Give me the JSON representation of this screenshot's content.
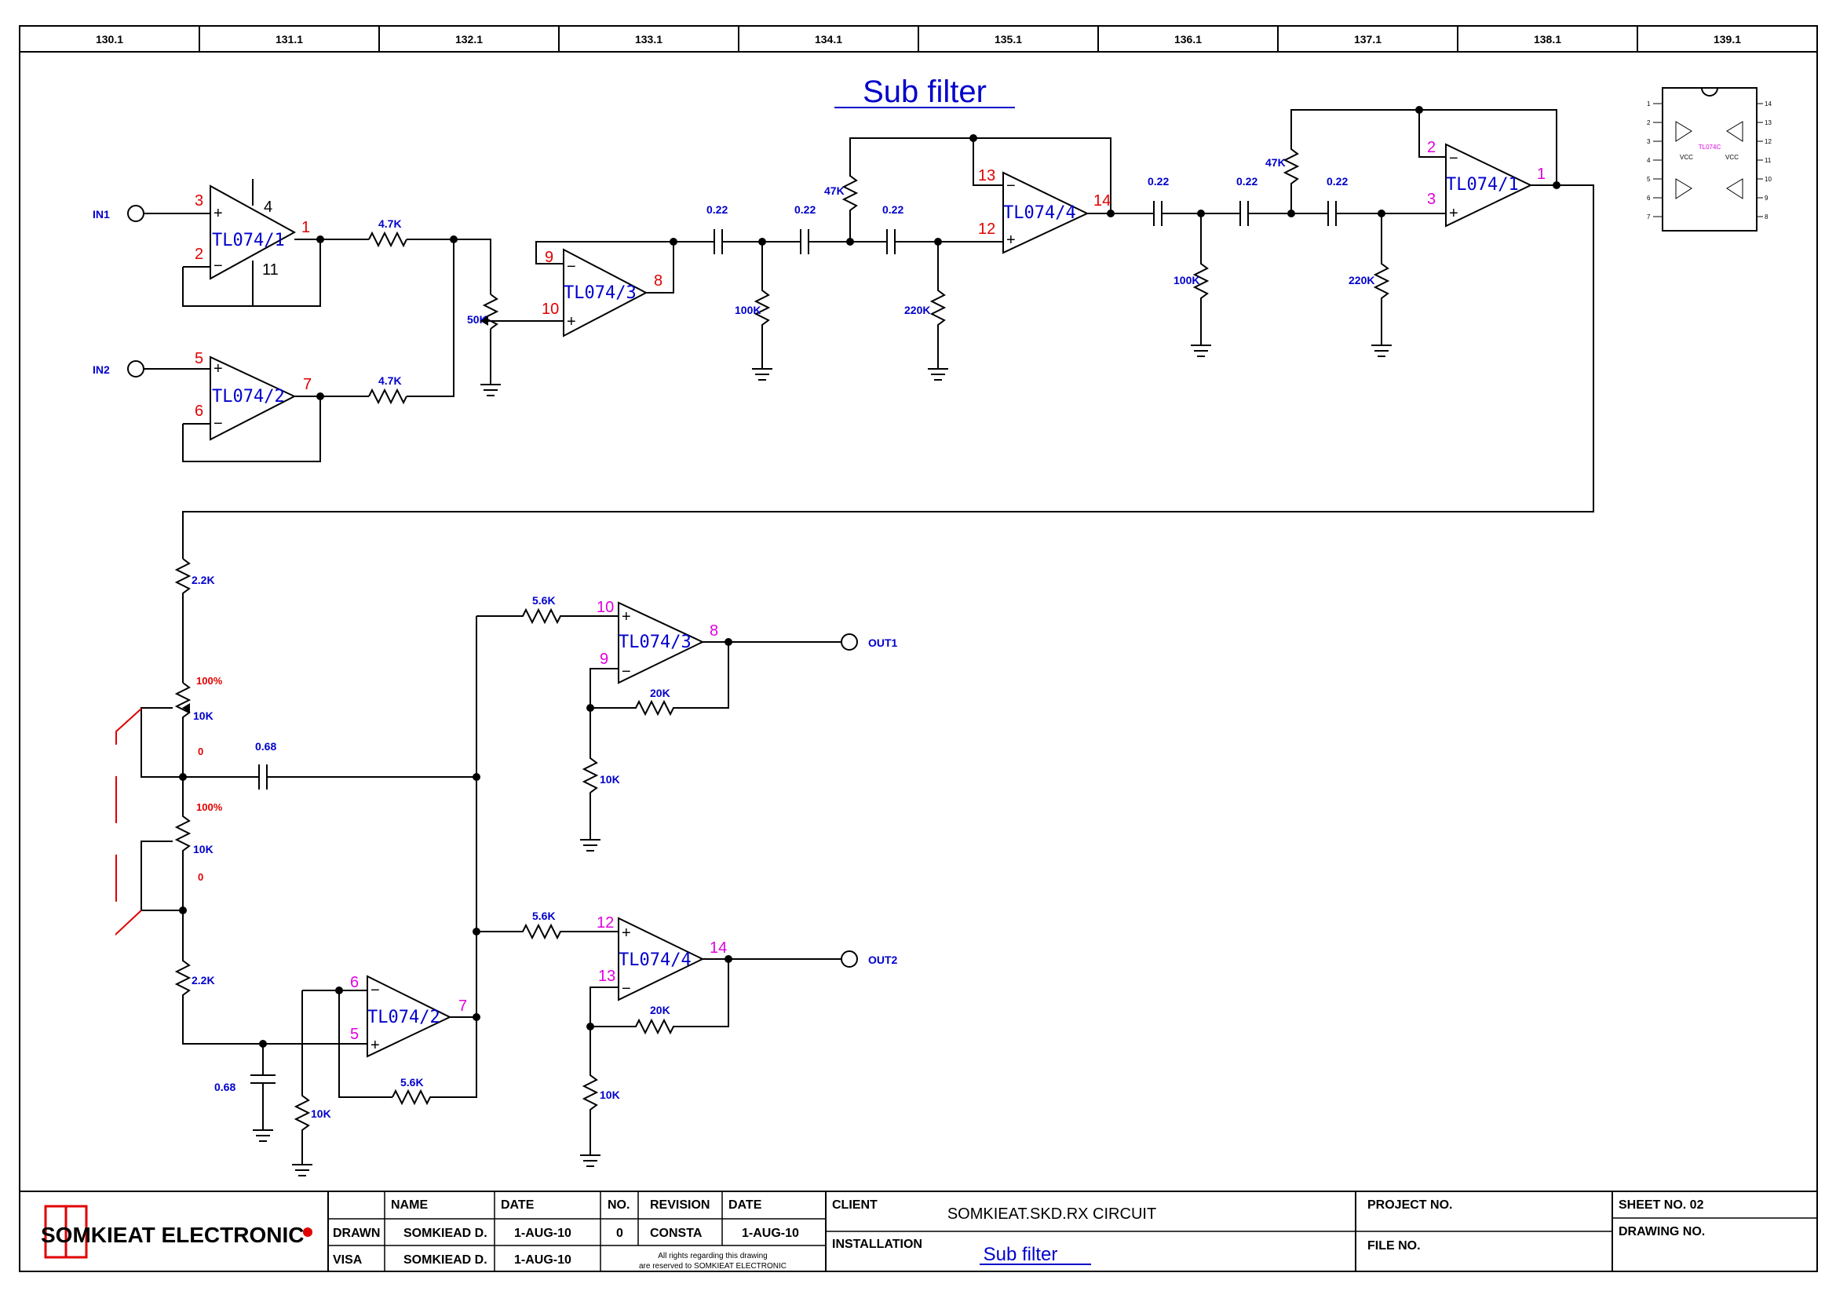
{
  "title": "Sub filter",
  "grid_refs": [
    "130.1",
    "131.1",
    "132.1",
    "133.1",
    "134.1",
    "135.1",
    "136.1",
    "137.1",
    "138.1",
    "139.1"
  ],
  "inputs": {
    "in1": "IN1",
    "in2": "IN2"
  },
  "outputs": {
    "out1": "OUT1",
    "out2": "OUT2"
  },
  "opamps": {
    "u1a": "TL074/1",
    "u1b": "TL074/2",
    "u1c": "TL074/3",
    "u1d": "TL074/4",
    "u1a2": "TL074/1",
    "u2c": "TL074/3",
    "u2b": "TL074/2",
    "u2d": "TL074/4"
  },
  "pins": {
    "u1a_plus": "3",
    "u1a_minus": "2",
    "u1a_out": "1",
    "u1a_vcc": "4",
    "u1a_gnd": "11",
    "u1b_plus": "5",
    "u1b_minus": "6",
    "u1b_out": "7",
    "u1c_minus": "9",
    "u1c_plus": "10",
    "u1c_out": "8",
    "u1d_minus": "13",
    "u1d_plus": "12",
    "u1d_out": "14",
    "u1a2_minus": "2",
    "u1a2_plus": "3",
    "u1a2_out": "1",
    "u2c_plus": "10",
    "u2c_minus": "9",
    "u2c_out": "8",
    "u2d_plus": "12",
    "u2d_minus": "13",
    "u2d_out": "14",
    "u2b_minus": "6",
    "u2b_plus": "5",
    "u2b_out": "7"
  },
  "components": {
    "r_in1": "4.7K",
    "r_in2": "4.7K",
    "pot": "50K",
    "c1": "0.22",
    "c2": "0.22",
    "c3": "0.22",
    "r_fb1": "47K",
    "r_g1": "100K",
    "r_g2": "220K",
    "c4": "0.22",
    "c5": "0.22",
    "c6": "0.22",
    "r_fb2": "47K",
    "r_g3": "100K",
    "r_g4": "220K",
    "r_top": "2.2K",
    "pot1": "10K",
    "pot2": "10K",
    "pot_max1": "100%",
    "pot_min1": "0",
    "pot_max2": "100%",
    "pot_min2": "0",
    "c_mid": "0.68",
    "r_bot": "2.2K",
    "c_bot": "0.68",
    "r_bot_g": "10K",
    "r_fb_b": "5.6K",
    "r_56a": "5.6K",
    "r_56b": "5.6K",
    "r_20a": "20K",
    "r_20b": "20K",
    "r_10a": "10K",
    "r_10b": "10K"
  },
  "ic_diagram": {
    "name": "TL074C",
    "vcc_left": "VCC",
    "vcc_right": "VCC",
    "left_pins": [
      "1",
      "2",
      "3",
      "4",
      "5",
      "6",
      "7"
    ],
    "right_pins": [
      "14",
      "13",
      "12",
      "11",
      "10",
      "9",
      "8"
    ]
  },
  "title_block": {
    "company": "SOMKIEAT ELECTRONIC",
    "hdr_name": "NAME",
    "hdr_date": "DATE",
    "hdr_no": "NO.",
    "hdr_revision": "REVISION",
    "hdr_date2": "DATE",
    "drawn_label": "DRAWN",
    "drawn_name": "SOMKIEAD D.",
    "drawn_date": "1-AUG-10",
    "rev_no": "0",
    "rev_name": "CONSTA",
    "rev_date": "1-AUG-10",
    "visa_label": "VISA",
    "visa_name": "SOMKIEAD D.",
    "visa_date": "1-AUG-10",
    "rights1": "All rights regarding this drawing",
    "rights2": "are reserved to SOMKIEAT ELECTRONIC",
    "client_label": "CLIENT",
    "client_value": "SOMKIEAT.SKD.RX CIRCUIT",
    "installation_label": "INSTALLATION",
    "installation_value": "Sub filter",
    "project_label": "PROJECT NO.",
    "file_label": "FILE NO.",
    "sheet_label": "SHEET NO. 02",
    "drawing_label": "DRAWING NO."
  }
}
